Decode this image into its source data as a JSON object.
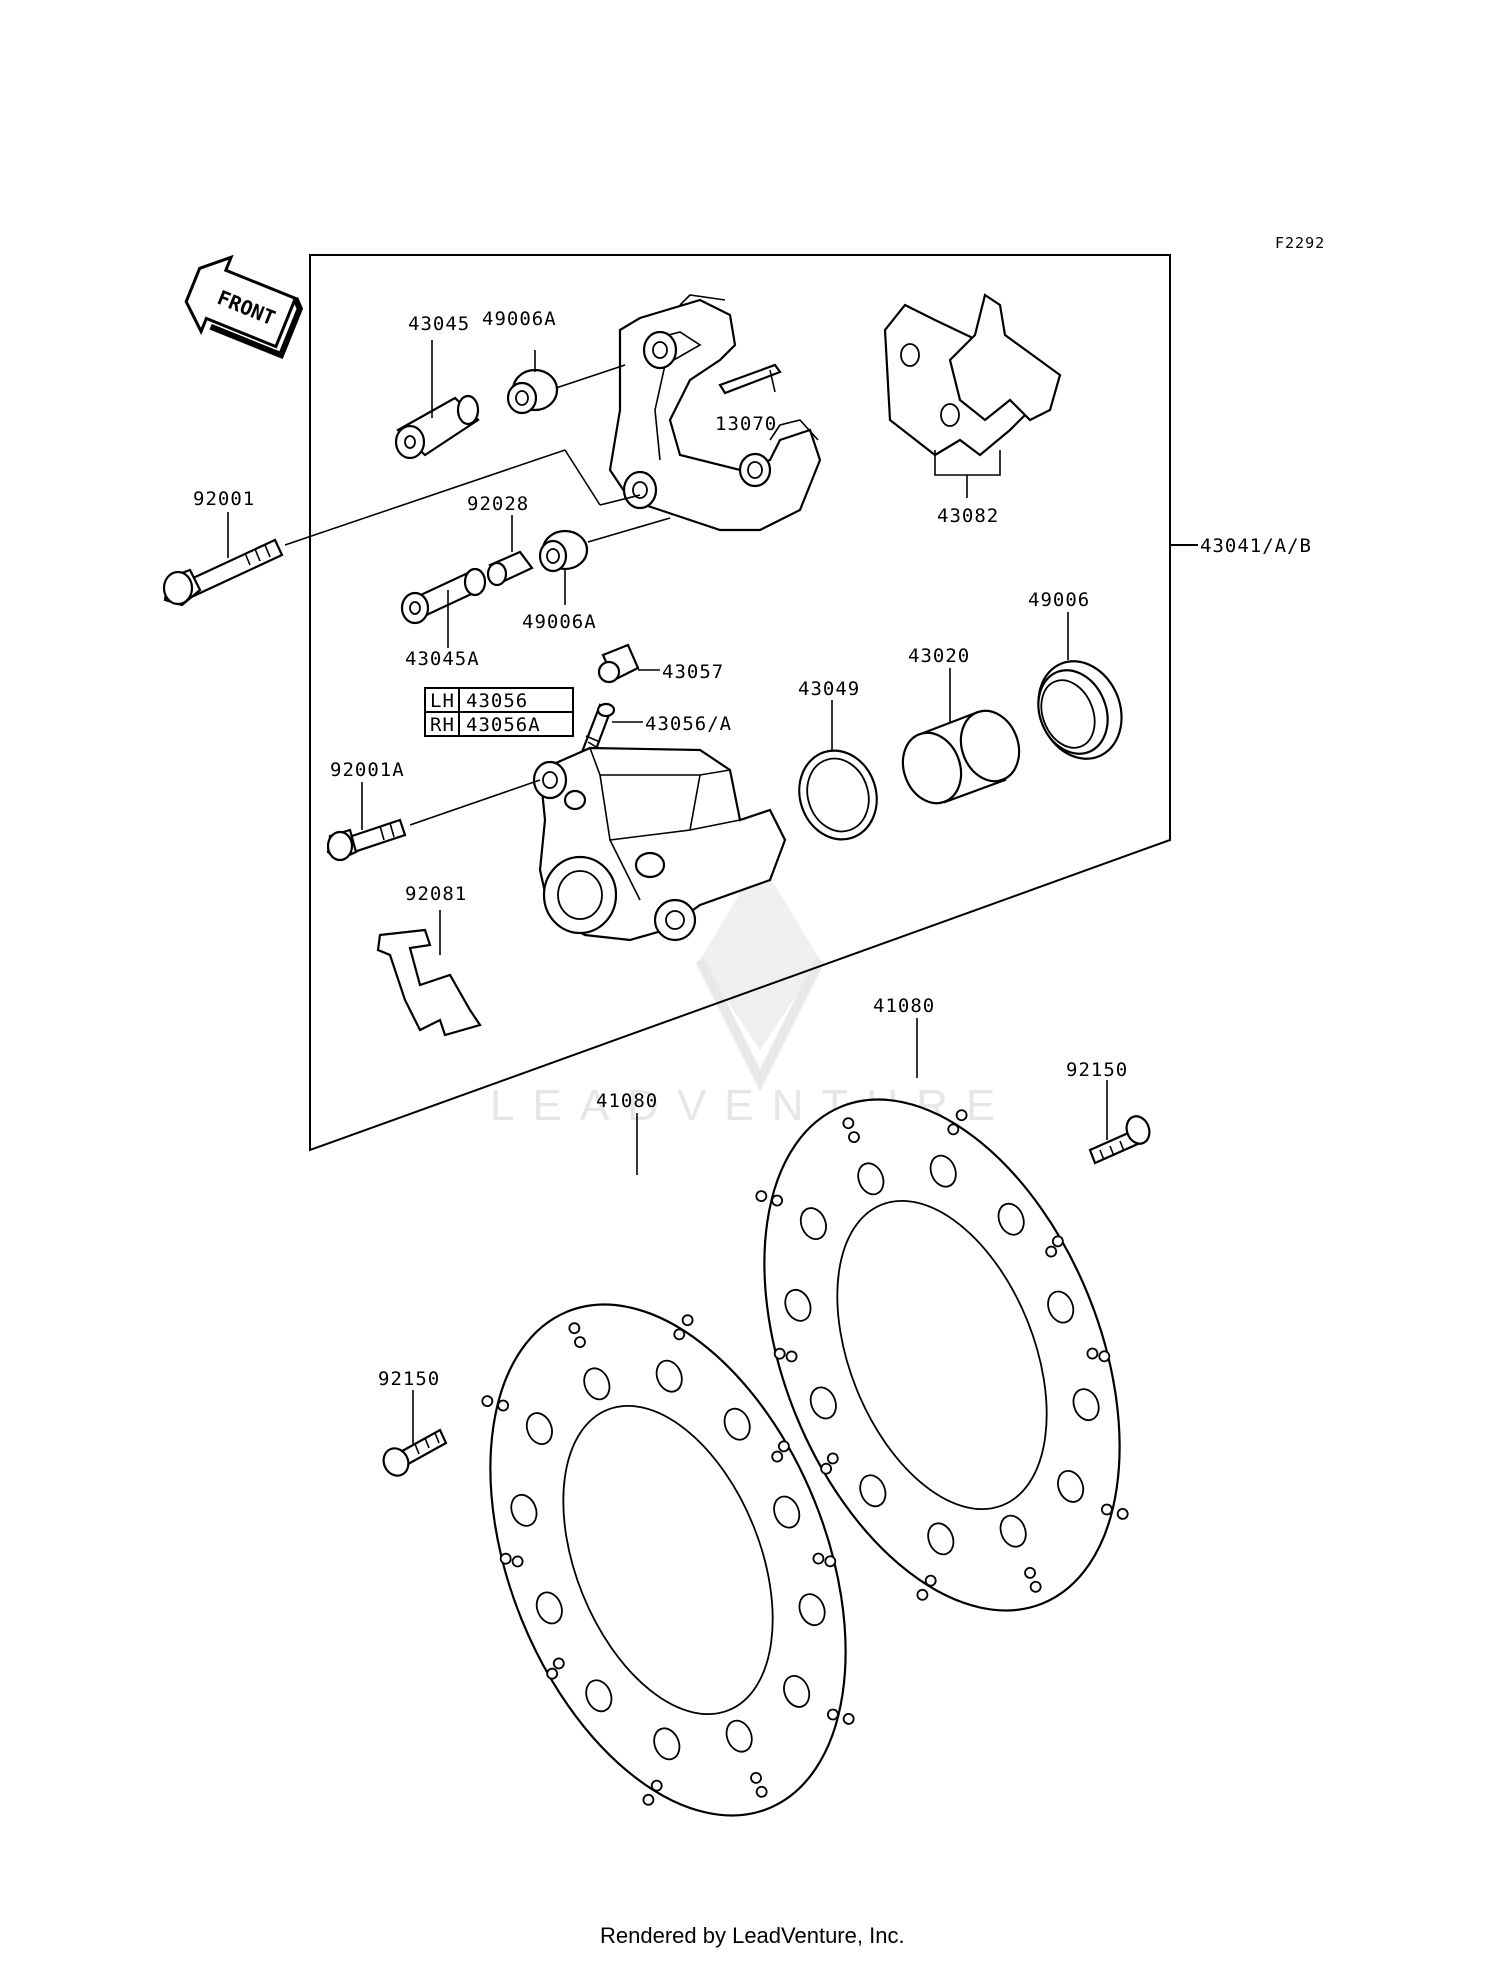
{
  "ref_code": "F2292",
  "front_label": "FRONT",
  "parts": {
    "p43045": "43045",
    "p49006A_top": "49006A",
    "p13070": "13070",
    "p43082": "43082",
    "p92001": "92001",
    "p92028": "92028",
    "p49006A_bottom": "49006A",
    "p43041": "43041/A/B",
    "p43045A": "43045A",
    "p43057": "43057",
    "p49006": "49006",
    "p43020": "43020",
    "p43049": "43049",
    "p43056A": "43056/A",
    "p92001A": "92001A",
    "p92081": "92081",
    "p41080_left": "41080",
    "p41080_right": "41080",
    "p92150_right": "92150",
    "p92150_left": "92150"
  },
  "side_table": {
    "rows": [
      {
        "side": "LH",
        "part": "43056"
      },
      {
        "side": "RH",
        "part": "43056A"
      }
    ]
  },
  "watermark": "LEADVENTURE",
  "footer": "Rendered by LeadVenture, Inc."
}
